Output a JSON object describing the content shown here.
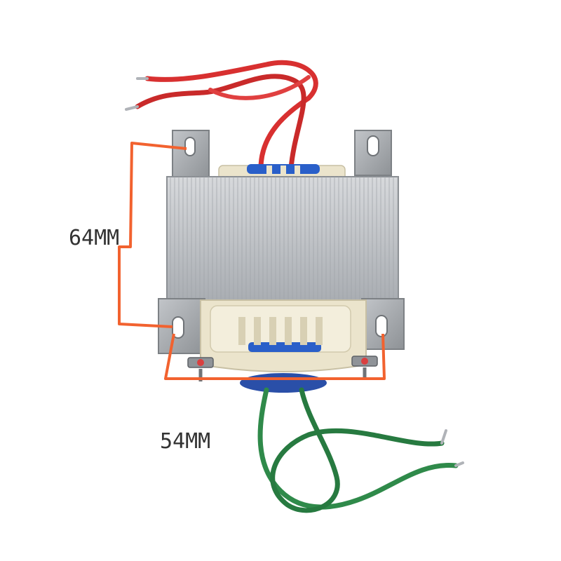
{
  "product": {
    "name_icon": "transformer-photo",
    "dimensions": {
      "height_label": "64MM",
      "width_label": "54MM"
    }
  },
  "colors": {
    "dimension_line": "#f2622f",
    "primary_wire": "#d83030",
    "secondary_wire": "#2f8a4a",
    "core": "#c4c6c9",
    "bracket": "#a9acb0",
    "bobbin": "#ebe4cc",
    "winding": "#2a5fc9"
  }
}
